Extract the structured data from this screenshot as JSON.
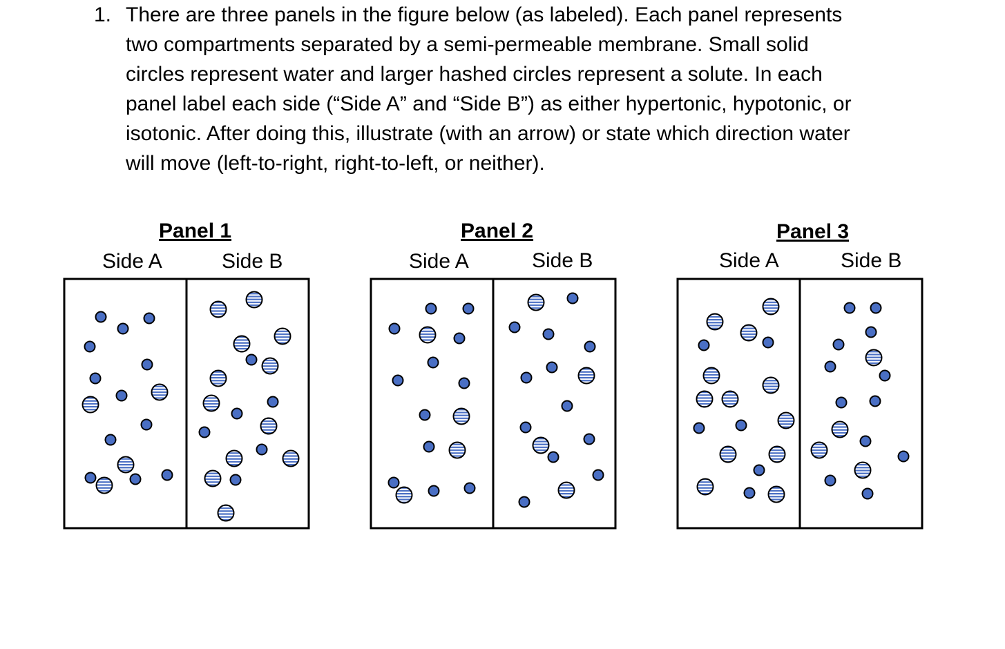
{
  "question": {
    "number": "1.",
    "lines": [
      "There are three panels in the figure below (as labeled).  Each panel represents",
      "two compartments separated by a semi-permeable membrane.  Small solid",
      "circles represent water and larger hashed circles represent a solute. In each",
      "panel label each side (“Side A” and “Side B”) as either hypertonic, hypotonic, or",
      "isotonic.  After doing this, illustrate (with an arrow) or state which direction water",
      "will move (left-to-right, right-to-left, or neither)."
    ]
  },
  "panels": [
    {
      "title": "Panel 1",
      "side_a": "Side A",
      "side_b": "Side B"
    },
    {
      "title": "Panel 2",
      "side_a": "Side A",
      "side_b": "Side B"
    },
    {
      "title": "Panel 3",
      "side_a": "Side A",
      "side_b": "Side B"
    }
  ],
  "colors": {
    "water": "#4a6fc4",
    "solute_stripe": "#4a6fc4",
    "outline": "#000000"
  }
}
